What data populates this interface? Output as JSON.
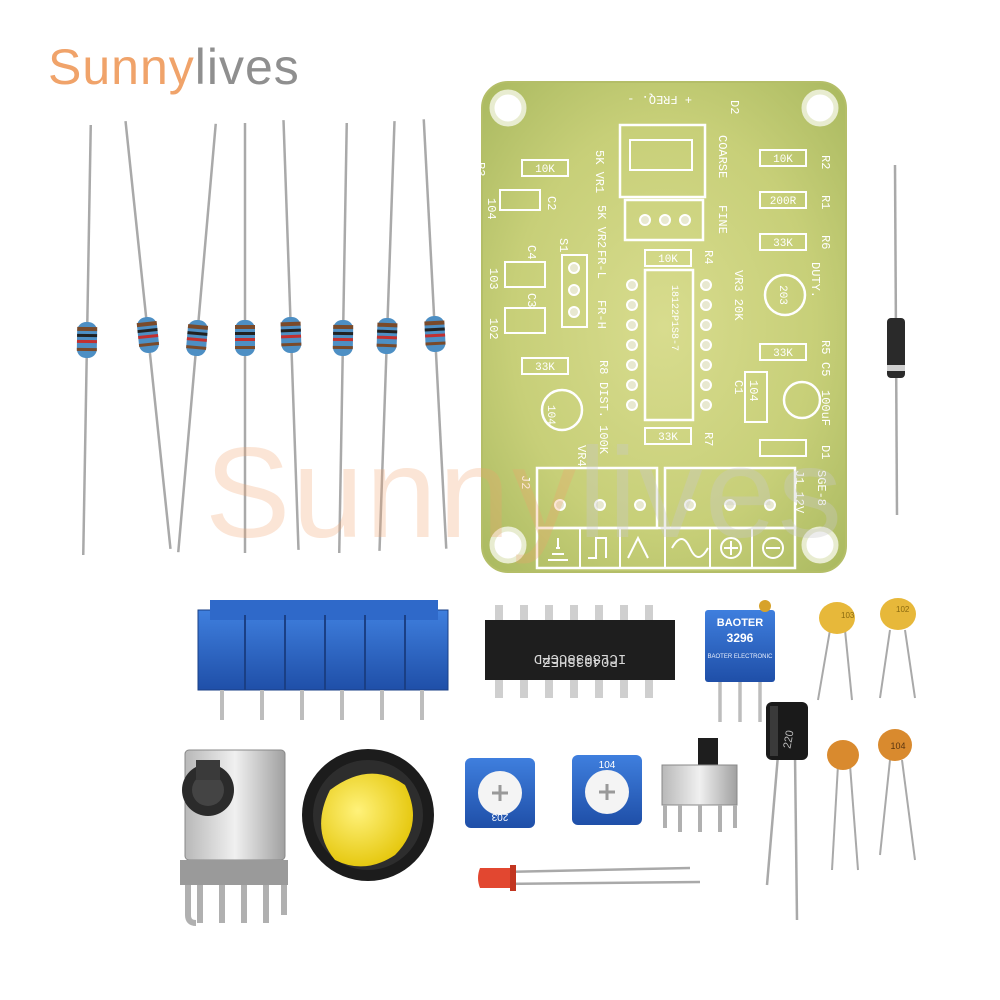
{
  "brand": {
    "part1": "Sunny",
    "part2": "lives"
  },
  "watermark": {
    "part1": "Sunny",
    "part2": "lives"
  },
  "colors": {
    "brand_orange": "#f0a36a",
    "brand_grey": "#8f8f8f",
    "pcb": "#c9d07a",
    "blue_part": "#2e67c6",
    "ceramic": "#e0b23b"
  },
  "pcb": {
    "freq": "+ FREQ. -",
    "vr1": "5K VR1",
    "coarse": "COARSE",
    "fine": "FINE",
    "vr2": "5K VR2",
    "d2": "D2",
    "r3": "R3",
    "r3_val": "10K",
    "c2": "C2",
    "c2_val": "104",
    "r2": "R2",
    "r2_val": "10K",
    "r1": "R1",
    "r1_val": "200R",
    "r6": "R6",
    "r6_val": "33K",
    "s1": "S1",
    "frl": "FR-L",
    "frh": "FR-H",
    "r4": "R4",
    "r4_val": "10K",
    "c4": "C4",
    "c4_val": "103",
    "c3": "C3",
    "c3_val": "102",
    "ic_text": "18122P1S8-7",
    "vr3": "VR3 20K",
    "vr3_val": "203",
    "duty": "DUTY.",
    "r5": "R5",
    "r5_val": "33K",
    "r8": "R8",
    "r8_val": "33K",
    "dist": "DIST. 100K",
    "vr4": "VR4",
    "vr4_val": "104",
    "c1": "C1",
    "c1_val": "104",
    "c5": "C5",
    "c5_val": "100uF",
    "d1": "D1",
    "r7": "R7",
    "r7_val": "33K",
    "j2": "J2",
    "j1": "J1 12V",
    "sge": "SGE-8"
  },
  "chip": {
    "line1": "ICL8038CCPD",
    "line2": "P0403SHEZ"
  },
  "trimmer": {
    "brand": "BAOTER",
    "model": "3296",
    "sub": "BAOTER ELECTRONIC"
  },
  "pot_labels": {
    "left": "203",
    "right": "104"
  },
  "electrolytic": {
    "label": "220"
  },
  "ceramic_labels": {
    "a": "103",
    "b": "102",
    "c": "104"
  }
}
